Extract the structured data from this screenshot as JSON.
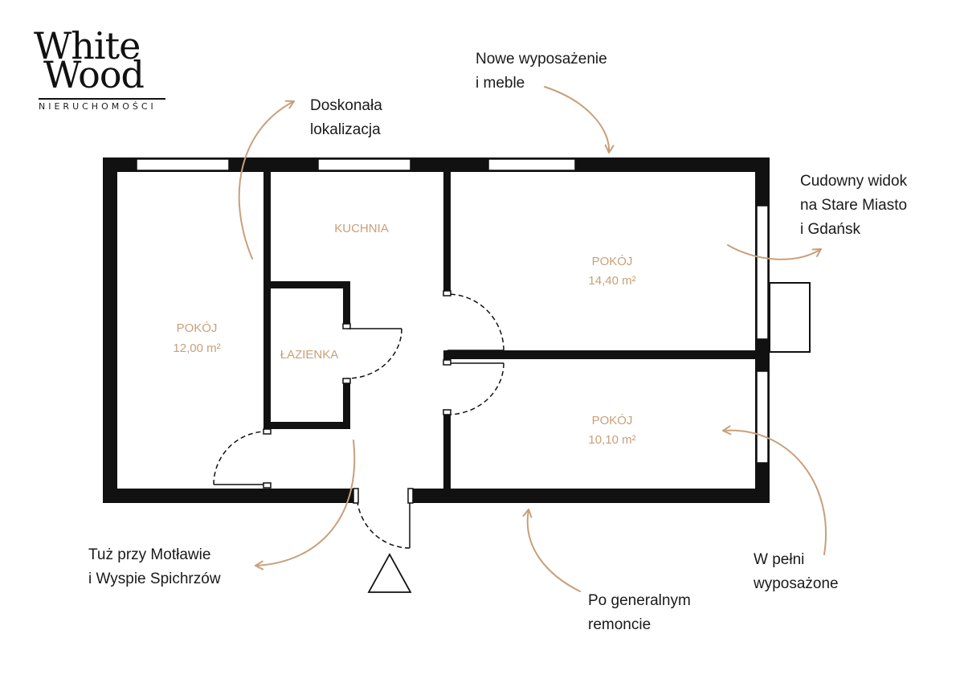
{
  "brand": {
    "line1": "White",
    "line2": "Wood",
    "subtitle": "NIERUCHOMOŚCI"
  },
  "colors": {
    "wall": "#111111",
    "accent": "#c8a07a",
    "text": "#1a1a1a"
  },
  "rooms": {
    "room_left": {
      "name": "POKÓJ",
      "area": "12,00 m²"
    },
    "kitchen": {
      "name": "KUCHNIA"
    },
    "bathroom": {
      "name": "ŁAZIENKA"
    },
    "room_top_right": {
      "name": "POKÓJ",
      "area": "14,40 m²"
    },
    "room_bottom_right": {
      "name": "POKÓJ",
      "area": "10,10 m²"
    }
  },
  "annotations": {
    "location": [
      "Doskonała",
      "lokalizacja"
    ],
    "furniture": [
      "Nowe wyposażenie",
      "i meble"
    ],
    "view": [
      "Cudowny widok",
      "na Stare Miasto",
      "i Gdańsk"
    ],
    "river": [
      "Tuż przy Motławie",
      "i Wyspie Spichrzów"
    ],
    "renovation": [
      "Po generalnym",
      "remoncie"
    ],
    "equipped": [
      "W pełni",
      "wyposażone"
    ]
  },
  "entrance_icon": "entrance-triangle-icon"
}
